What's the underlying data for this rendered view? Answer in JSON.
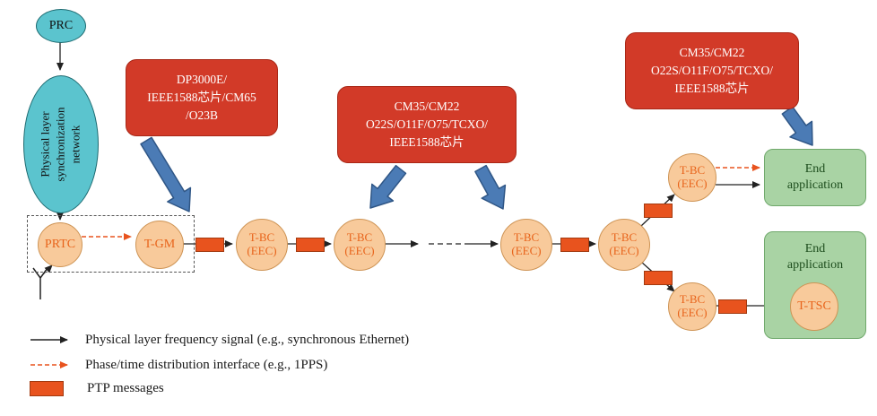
{
  "nodes": {
    "prc": "PRC",
    "sync_network": {
      "line1": "Physical layer",
      "line2": "synchronization",
      "line3": "network"
    },
    "prtc": "PRTC",
    "tgm": "T-GM",
    "tbc": {
      "line1": "T-BC",
      "line2": "(EEC)"
    },
    "ttsc": "T-TSC",
    "end_application": {
      "line1": "End",
      "line2": "application"
    }
  },
  "callouts": {
    "c1": {
      "line1": "DP3000E/",
      "line2": "IEEE1588芯片/CM65",
      "line3": "/O23B"
    },
    "c2": {
      "line1": "CM35/CM22",
      "line2": "O22S/O11F/O75/TCXO/",
      "line3": "IEEE1588芯片"
    },
    "c3": {
      "line1": "CM35/CM22",
      "line2": "O22S/O11F/O75/TCXO/",
      "line3": "IEEE1588芯片"
    }
  },
  "legend": {
    "frequency": "Physical layer frequency signal (e.g., synchronous Ethernet)",
    "phase": "Phase/time distribution interface (e.g., 1PPS)",
    "ptp": "PTP messages"
  },
  "colors": {
    "teal": "#5BC4CE",
    "node_fill": "#F8CA9B",
    "node_text": "#E8641B",
    "callout_red": "#D23A28",
    "arrow_blue": "#4B7BB5",
    "ptp_orange": "#E8531E",
    "end_green": "#A9D3A4"
  }
}
